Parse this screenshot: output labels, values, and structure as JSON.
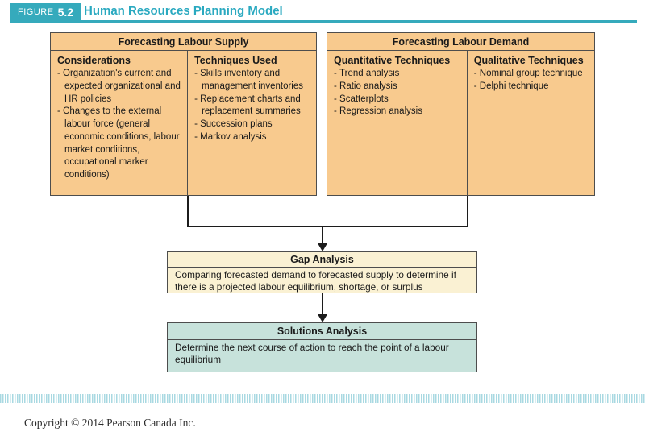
{
  "header": {
    "figure_label": "FIGURE",
    "figure_number": "5.2",
    "title": "Human Resources Planning Model"
  },
  "supply_box": {
    "title": "Forecasting Labour Supply",
    "columns": [
      {
        "heading": "Considerations",
        "items": [
          "Organization's current and expected organizational and HR policies",
          "Changes to the external labour force (general economic conditions, labour market conditions, occupational marker conditions)"
        ]
      },
      {
        "heading": "Techniques Used",
        "items": [
          "Skills inventory and management inventories",
          "Replacement charts and replacement summaries",
          "Succession plans",
          "Markov analysis"
        ]
      }
    ]
  },
  "demand_box": {
    "title": "Forecasting Labour Demand",
    "columns": [
      {
        "heading": "Quantitative Techniques",
        "items": [
          "Trend analysis",
          "Ratio analysis",
          "Scatterplots",
          "Regression analysis"
        ]
      },
      {
        "heading": "Qualitative Techniques",
        "items": [
          "Nominal group technique",
          "Delphi technique"
        ]
      }
    ]
  },
  "gap_box": {
    "title": "Gap Analysis",
    "body": "Comparing forecasted demand to forecasted supply to determine if there is a projected labour equilibrium, shortage, or surplus"
  },
  "solutions_box": {
    "title": "Solutions Analysis",
    "body": "Determine the next course of action to reach the point of a labour equilibrium"
  },
  "footer": {
    "copyright": "Copyright © 2014 Pearson Canada Inc."
  },
  "colors": {
    "teal": "#35aabc",
    "teal_text": "#2aa9c0",
    "orange_fill": "#f8ca8e",
    "cream_fill": "#faf1d3",
    "green_fill": "#c7e2db",
    "box_border": "#4d4d4d",
    "line_color": "#1c1c1c",
    "stripe": "#a9d9e2"
  }
}
